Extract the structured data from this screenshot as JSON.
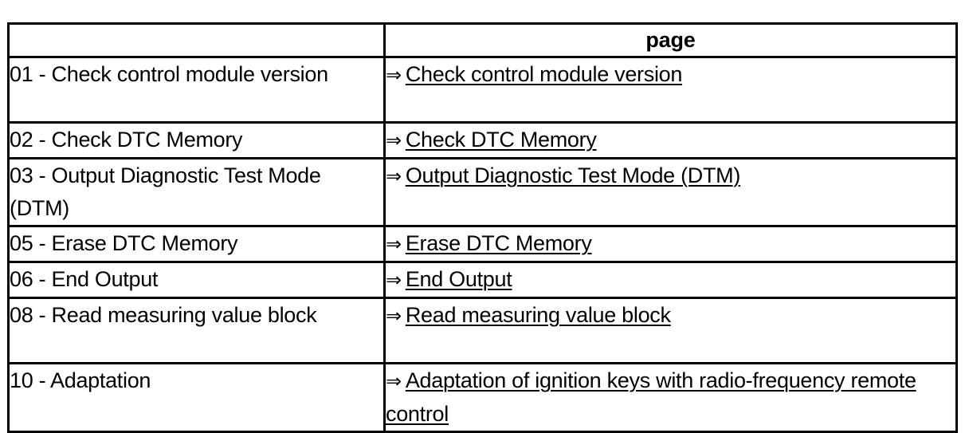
{
  "table": {
    "columns": [
      {
        "key": "code",
        "header": ""
      },
      {
        "key": "page",
        "header": "page"
      }
    ],
    "arrow_icon": "⇒",
    "rows": [
      {
        "code": "01 - Check control module version",
        "link": "Check control module version"
      },
      {
        "code": "02 - Check DTC Memory",
        "link": "Check DTC Memory"
      },
      {
        "code": "03 - Output Diagnostic Test Mode (DTM)",
        "link": "Output Diagnostic Test Mode (DTM)"
      },
      {
        "code": "05 - Erase DTC Memory",
        "link": "Erase DTC Memory"
      },
      {
        "code": "06 - End Output",
        "link": "End Output"
      },
      {
        "code": "08 - Read measuring value block",
        "link": "Read measuring value block"
      },
      {
        "code": "10 - Adaptation",
        "link": "Adaptation of ignition keys with radio-frequency remote control"
      }
    ]
  },
  "colors": {
    "background": "#ffffff",
    "text": "#000000",
    "border": "#000000"
  }
}
